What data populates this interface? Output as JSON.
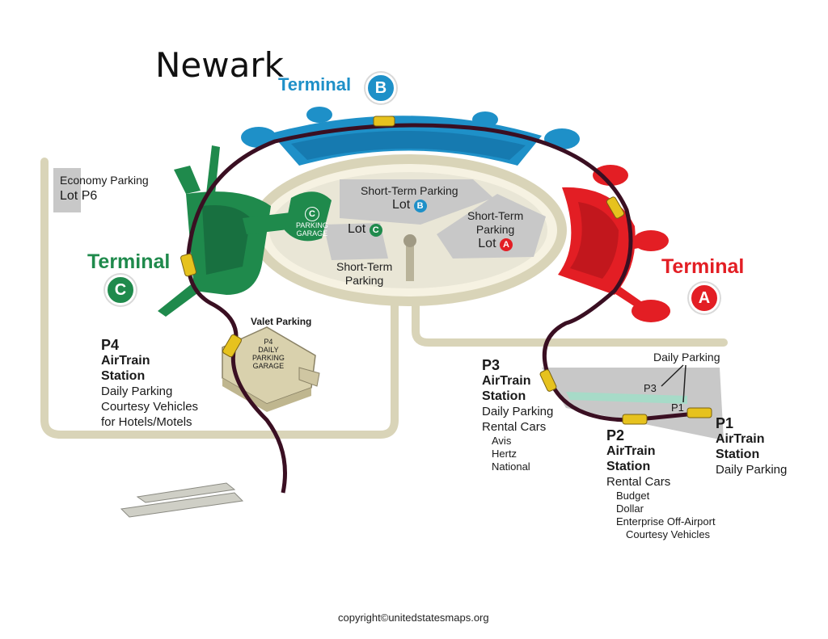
{
  "title": "Newark",
  "terminals": {
    "a": {
      "label": "Terminal",
      "letter": "A",
      "color": "#e31e24"
    },
    "b": {
      "label": "Terminal",
      "letter": "B",
      "color": "#1e90c8"
    },
    "c": {
      "label": "Terminal",
      "letter": "C",
      "color": "#1f8a4c"
    }
  },
  "economy": {
    "line1": "Economy Parking",
    "line2": "Lot P6"
  },
  "short_term_b": {
    "line1": "Short-Term Parking",
    "line2": "Lot"
  },
  "short_term_a": {
    "line1": "Short-Term",
    "line2": "Parking",
    "line3": "Lot"
  },
  "lot_c": {
    "label": "Lot"
  },
  "parking_garage": {
    "line1": "PARKING",
    "line2": "GARAGE",
    "letter": "C"
  },
  "short_term_c": {
    "line1": "Short-Term",
    "line2": "Parking"
  },
  "valet": "Valet Parking",
  "p4_garage": {
    "line1": "P4",
    "line2": "DAILY",
    "line3": "PARKING",
    "line4": "GARAGE"
  },
  "p4": {
    "code": "P4",
    "line1": "AirTrain",
    "line2": "Station",
    "line3": "Daily Parking",
    "line4": "Courtesy Vehicles",
    "line5": "for Hotels/Motels"
  },
  "p3": {
    "code": "P3",
    "line1": "AirTrain",
    "line2": "Station",
    "line3": "Daily Parking",
    "line4": "Rental Cars",
    "rentals": [
      "Avis",
      "Hertz",
      "National"
    ]
  },
  "p2": {
    "code": "P2",
    "line1": "AirTrain",
    "line2": "Station",
    "line3": "Rental Cars",
    "rentals": [
      "Budget",
      "Dollar",
      "Enterprise Off-Airport",
      "Courtesy Vehicles"
    ]
  },
  "p1": {
    "code": "P1",
    "line1": "AirTrain",
    "line2": "Station",
    "line3": "Daily Parking"
  },
  "daily_parking_callout": {
    "label": "Daily Parking",
    "p3": "P3",
    "p1": "P1"
  },
  "copyright": "copyright©unitedstatesmaps.org",
  "colors": {
    "road": "#d9d4b8",
    "airtrain": "#3a0f22",
    "car": "#e6c21e",
    "lots": "#c8c8c8"
  }
}
